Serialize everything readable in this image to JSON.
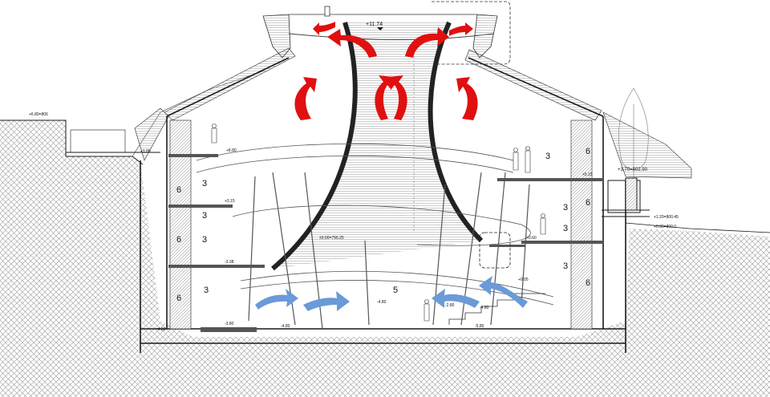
{
  "elevations": {
    "top": "+11.74",
    "left_ground": "+6.80=806",
    "right_ground": "+3.70=802.90",
    "right_small_1": "+1.20=800.45",
    "right_small_2": "+0.80=800.0",
    "mid_tower": "±0.00=796.25"
  },
  "floor_levels": [
    "+1.00",
    "+8.80",
    "+3.15",
    "+5.15",
    "+0.60",
    "+0.05",
    "-3.38",
    "-4.80",
    "-2.80",
    "-4.80",
    "-3.80",
    "-4.93",
    "-4.80",
    "-5.80"
  ],
  "numbers": {
    "left": [
      "6",
      "3",
      "3",
      "6",
      "3",
      "6",
      "3"
    ],
    "right": [
      "3",
      "6",
      "3",
      "6",
      "3",
      "3",
      "6"
    ],
    "center": "5"
  },
  "colors": {
    "hot_air": "#e01010",
    "cool_air": "#6a9ad8",
    "line": "#1a1a1a",
    "hatch": "#8c8c8c"
  },
  "icons": [
    "hot-air-arrow-icon",
    "cool-air-arrow-icon",
    "person-figure-icon",
    "tree-icon"
  ]
}
